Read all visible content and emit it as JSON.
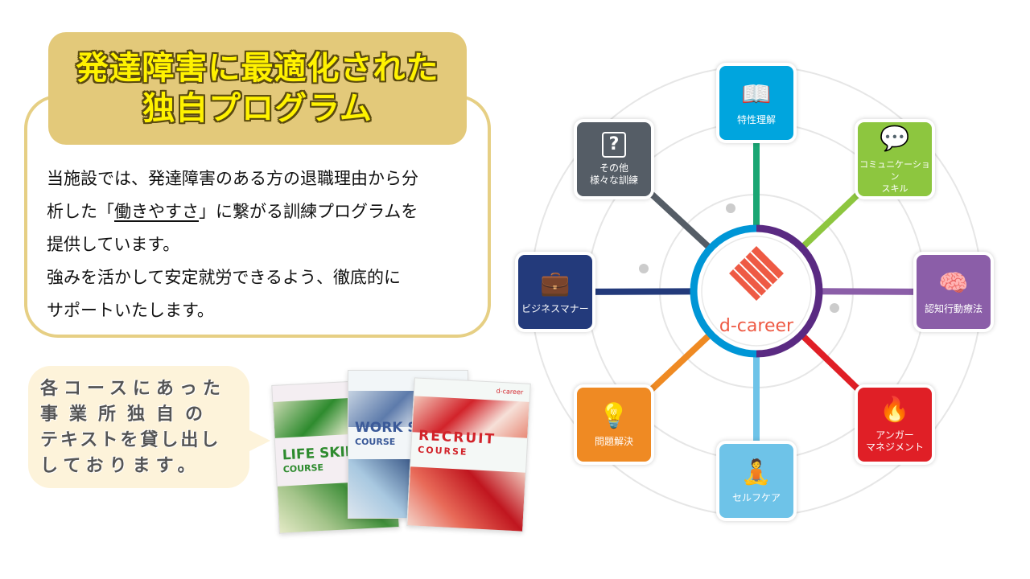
{
  "title": {
    "line1": "発達障害に最適化された",
    "line2": "独自プログラム"
  },
  "body": {
    "line1": "当施設では、発達障害のある方の退職理由から分",
    "line2_pre": "析した「",
    "line2_underlined": "働きやすさ",
    "line2_post": "」に繋がる訓練プログラムを",
    "line3": "提供しています。",
    "line4": "強みを活かして安定就労できるよう、徹底的に",
    "line5": "サポートいたします。"
  },
  "bubble": {
    "lines": [
      "各コースにあった",
      "事業所独自の",
      "テキストを貸し出し",
      "しております。"
    ]
  },
  "books": [
    {
      "title": "LIFE SKILL",
      "sub": "COURSE",
      "color": "#2e8b2e"
    },
    {
      "title": "WORK SKILL",
      "sub": "COURSE",
      "color": "#3b5a99"
    },
    {
      "title": "RECRUIT",
      "sub": "COURSE",
      "color": "#d2232a",
      "brand": "d-career"
    }
  ],
  "diagram": {
    "center_logo": "d-career",
    "logo_color": "#ee5a44",
    "ring_colors": [
      "#0096d6",
      "#5a2a82"
    ],
    "tiles": [
      {
        "label": "特性理解",
        "icon": "book-icon",
        "color": "#00a5de",
        "line": "#1aa673"
      },
      {
        "label": "コミュニケーション\nスキル",
        "icon": "chat-bubbles-icon",
        "color": "#8dc63f",
        "line": "#8dc63f"
      },
      {
        "label": "認知行動療法",
        "icon": "brain-icon",
        "color": "#8b5ea8",
        "line": "#8b5ea8"
      },
      {
        "label": "アンガー\nマネジメント",
        "icon": "fire-icon",
        "color": "#e01f26",
        "line": "#e01f26"
      },
      {
        "label": "セルフケア",
        "icon": "meditation-icon",
        "color": "#6ec3e8",
        "line": "#6ec3e8"
      },
      {
        "label": "問題解決",
        "icon": "lightbulb-icon",
        "color": "#ef8a23",
        "line": "#ef8a23"
      },
      {
        "label": "ビジネスマナー",
        "icon": "briefcase-icon",
        "color": "#233a7b",
        "line": "#233a7b"
      },
      {
        "label": "その他\n様々な訓練",
        "icon": "question-icon",
        "color": "#555d66",
        "line": "#555d66"
      }
    ]
  }
}
